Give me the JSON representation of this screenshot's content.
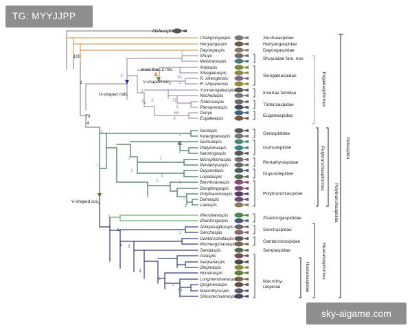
{
  "watermarks": {
    "top_left": "TG: MYYJJPP",
    "bottom_right": "sky-aigame.com"
  },
  "colors": {
    "outgroup": "#8a8a8a",
    "orange": "#e0a050",
    "eugalea": "#a98fb3",
    "green": "#3a7a52",
    "lightgreen": "#66b069",
    "navy": "#2c3b86",
    "bracket": "#222222",
    "pink_bracket": "#a98fb3",
    "blue_bracket": "#2c3b86",
    "node_orange": "#e29a3a",
    "node_green": "#4a9a4a",
    "node_navy": "#24358a",
    "node_olive": "#7b6a26"
  },
  "taxa": [
    {
      "name": "Ateleaspis",
      "bold": true
    },
    {
      "name": "Changxingaspis"
    },
    {
      "name": "Hanyangaspis"
    },
    {
      "name": "Dayongaspis"
    },
    {
      "name": "Shuyu"
    },
    {
      "name": "Meishanaspis"
    },
    {
      "name": "Anjiaspis"
    },
    {
      "name": "Sinogaleaspis"
    },
    {
      "name": "R. xikengensis"
    },
    {
      "name": "R. shipanensis"
    },
    {
      "name": "Yunnanogaleaspis"
    },
    {
      "name": "Nochelaspis"
    },
    {
      "name": "Tridensaspis"
    },
    {
      "name": "Pterogonaspis"
    },
    {
      "name": "Dunyu"
    },
    {
      "name": "Eugaleaspis"
    },
    {
      "name": "Geraspis"
    },
    {
      "name": "Kwangnanaspis"
    },
    {
      "name": "Gumuaspis"
    },
    {
      "name": "Platylomaspis"
    },
    {
      "name": "Nanningaspis"
    },
    {
      "name": "Microphlonaspis"
    },
    {
      "name": "Pentathyraspis"
    },
    {
      "name": "Duyunolepis"
    },
    {
      "name": "Lopadaspis"
    },
    {
      "name": "Bannhuanaspis"
    },
    {
      "name": "Dongfangaspis"
    },
    {
      "name": "Polybranchiaspis"
    },
    {
      "name": "Damaspis"
    },
    {
      "name": "Laxaspis"
    },
    {
      "name": "Wenshanaspis"
    },
    {
      "name": "Zhaotongaspis"
    },
    {
      "name": "Antiquisagittaspis"
    },
    {
      "name": "Sanchaspis"
    },
    {
      "name": "Gantarostrataspis"
    },
    {
      "name": "Wumengshanaspis"
    },
    {
      "name": "Sanqiaspis"
    },
    {
      "name": "Asiaspis"
    },
    {
      "name": "Nanpanaspis"
    },
    {
      "name": "Stephaspis"
    },
    {
      "name": "Hunanaspis"
    },
    {
      "name": "Lungmenshanaspis"
    },
    {
      "name": "Qingmenaspis"
    },
    {
      "name": "Macrothyraspis"
    },
    {
      "name": "Sinoszechuanaspis"
    }
  ],
  "families": [
    {
      "label": "Xiushuiaspidae"
    },
    {
      "label": "Hanyangaspidae"
    },
    {
      "label": "Dayongaspidae"
    },
    {
      "label": "Shuyuidae fam. nov."
    },
    {
      "label": "Sinogaleaspidae"
    },
    {
      "label": "Incertae familiae"
    },
    {
      "label": "Tridensaspidae"
    },
    {
      "label": "Eugaleaspidae"
    },
    {
      "label": "Geraspididae"
    },
    {
      "label": "Gumuaspidae"
    },
    {
      "label": "Pentathyraspidae"
    },
    {
      "label": "Duyunolepidae"
    },
    {
      "label": "Polybranchiaspidae"
    },
    {
      "label": "Zhaotongaspididae"
    },
    {
      "label": "Sanchaspidae"
    },
    {
      "label": "Gantarostraspidae"
    },
    {
      "label": "Sanqiaspidae"
    },
    {
      "label": "Macrothy-"
    },
    {
      "label": "raspinae"
    }
  ],
  "clades": [
    {
      "label": "Eugaleaspiformes"
    },
    {
      "label": "Galeaspida"
    },
    {
      "label": "Polybranchiaspiformes"
    },
    {
      "label": "Polybranchiaspidida"
    },
    {
      "label": "Huananaspiformes"
    },
    {
      "label": "Huananaspidae"
    }
  ],
  "support_values": [
    "100",
    "1",
    "79",
    "4",
    "2",
    "1",
    "2",
    "1",
    "61",
    "1",
    "1",
    "1",
    "2",
    "71",
    "3",
    "66",
    "3",
    "1",
    "1",
    "61",
    "2",
    "1",
    "1",
    "1",
    "1",
    "1",
    "1",
    "1",
    "1",
    "1",
    "1",
    "1",
    "2",
    "1",
    "1",
    "2",
    "1",
    "1",
    "59",
    "2"
  ],
  "annotations": {
    "more_than_2_mtc": "more than 2 mtc",
    "v_shaped_soc_upper": "V-shaped soc",
    "u_shaped_mdc": "U-shaped mdc",
    "v_shaped_soc_lower": "V-shaped soc",
    "subscript": "2"
  }
}
